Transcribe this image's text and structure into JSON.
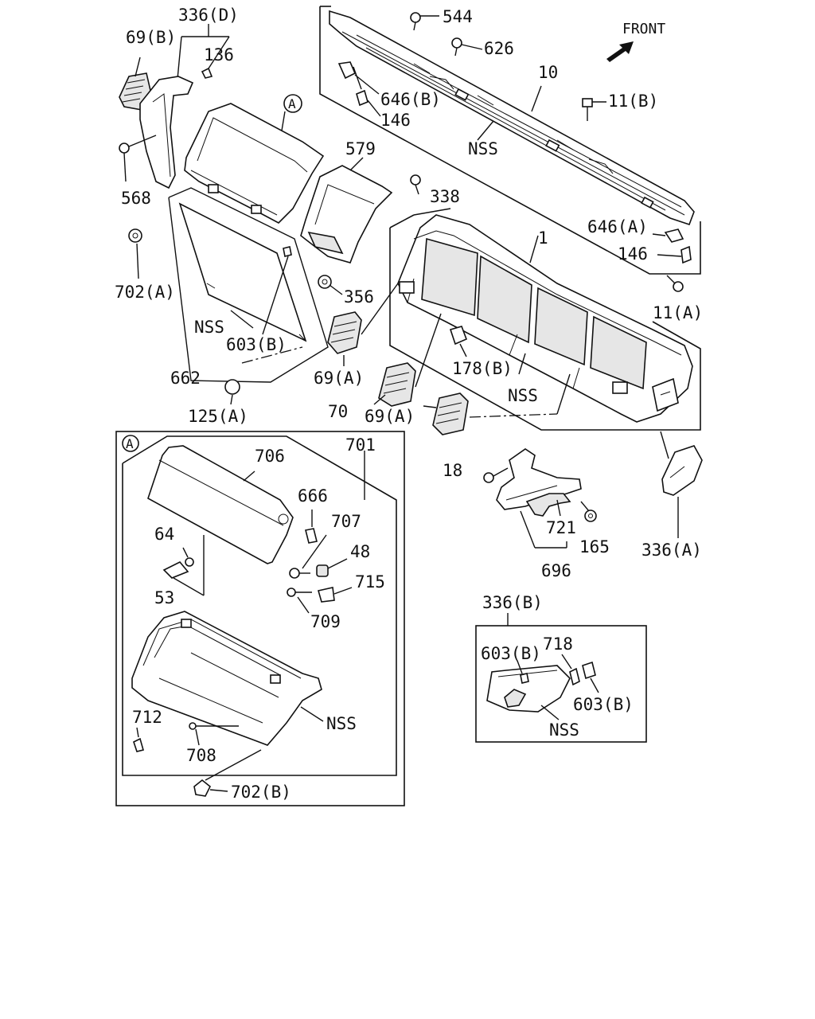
{
  "direction_label": "FRONT",
  "callout_letter": "A",
  "labels": {
    "l_336d": "336(D)",
    "l_69b": "69(B)",
    "l_136": "136",
    "l_568": "568",
    "l_702a": "702(A)",
    "l_nss1": "NSS",
    "l_603b1": "603(B)",
    "l_662": "662",
    "l_125a": "125(A)",
    "l_579": "579",
    "l_338": "338",
    "l_356": "356",
    "l_69a1": "69(A)",
    "l_70": "70",
    "l_69a2": "69(A)",
    "l_544": "544",
    "l_626": "626",
    "l_646b": "646(B)",
    "l_146a": "146",
    "l_10": "10",
    "l_nss2": "NSS",
    "l_11b": "11(B)",
    "l_646a": "646(A)",
    "l_146b": "146",
    "l_11a": "11(A)",
    "l_1": "1",
    "l_178b": "178(B)",
    "l_nss3": "NSS",
    "l_701": "701",
    "l_706": "706",
    "l_666": "666",
    "l_707": "707",
    "l_64": "64",
    "l_48": "48",
    "l_715": "715",
    "l_53": "53",
    "l_709": "709",
    "l_712": "712",
    "l_708": "708",
    "l_nss4": "NSS",
    "l_702b": "702(B)",
    "l_18": "18",
    "l_721": "721",
    "l_165": "165",
    "l_696": "696",
    "l_336a": "336(A)",
    "l_336b": "336(B)",
    "l_718": "718",
    "l_603b2": "603(B)",
    "l_603b3": "603(B)",
    "l_nss5": "NSS"
  }
}
